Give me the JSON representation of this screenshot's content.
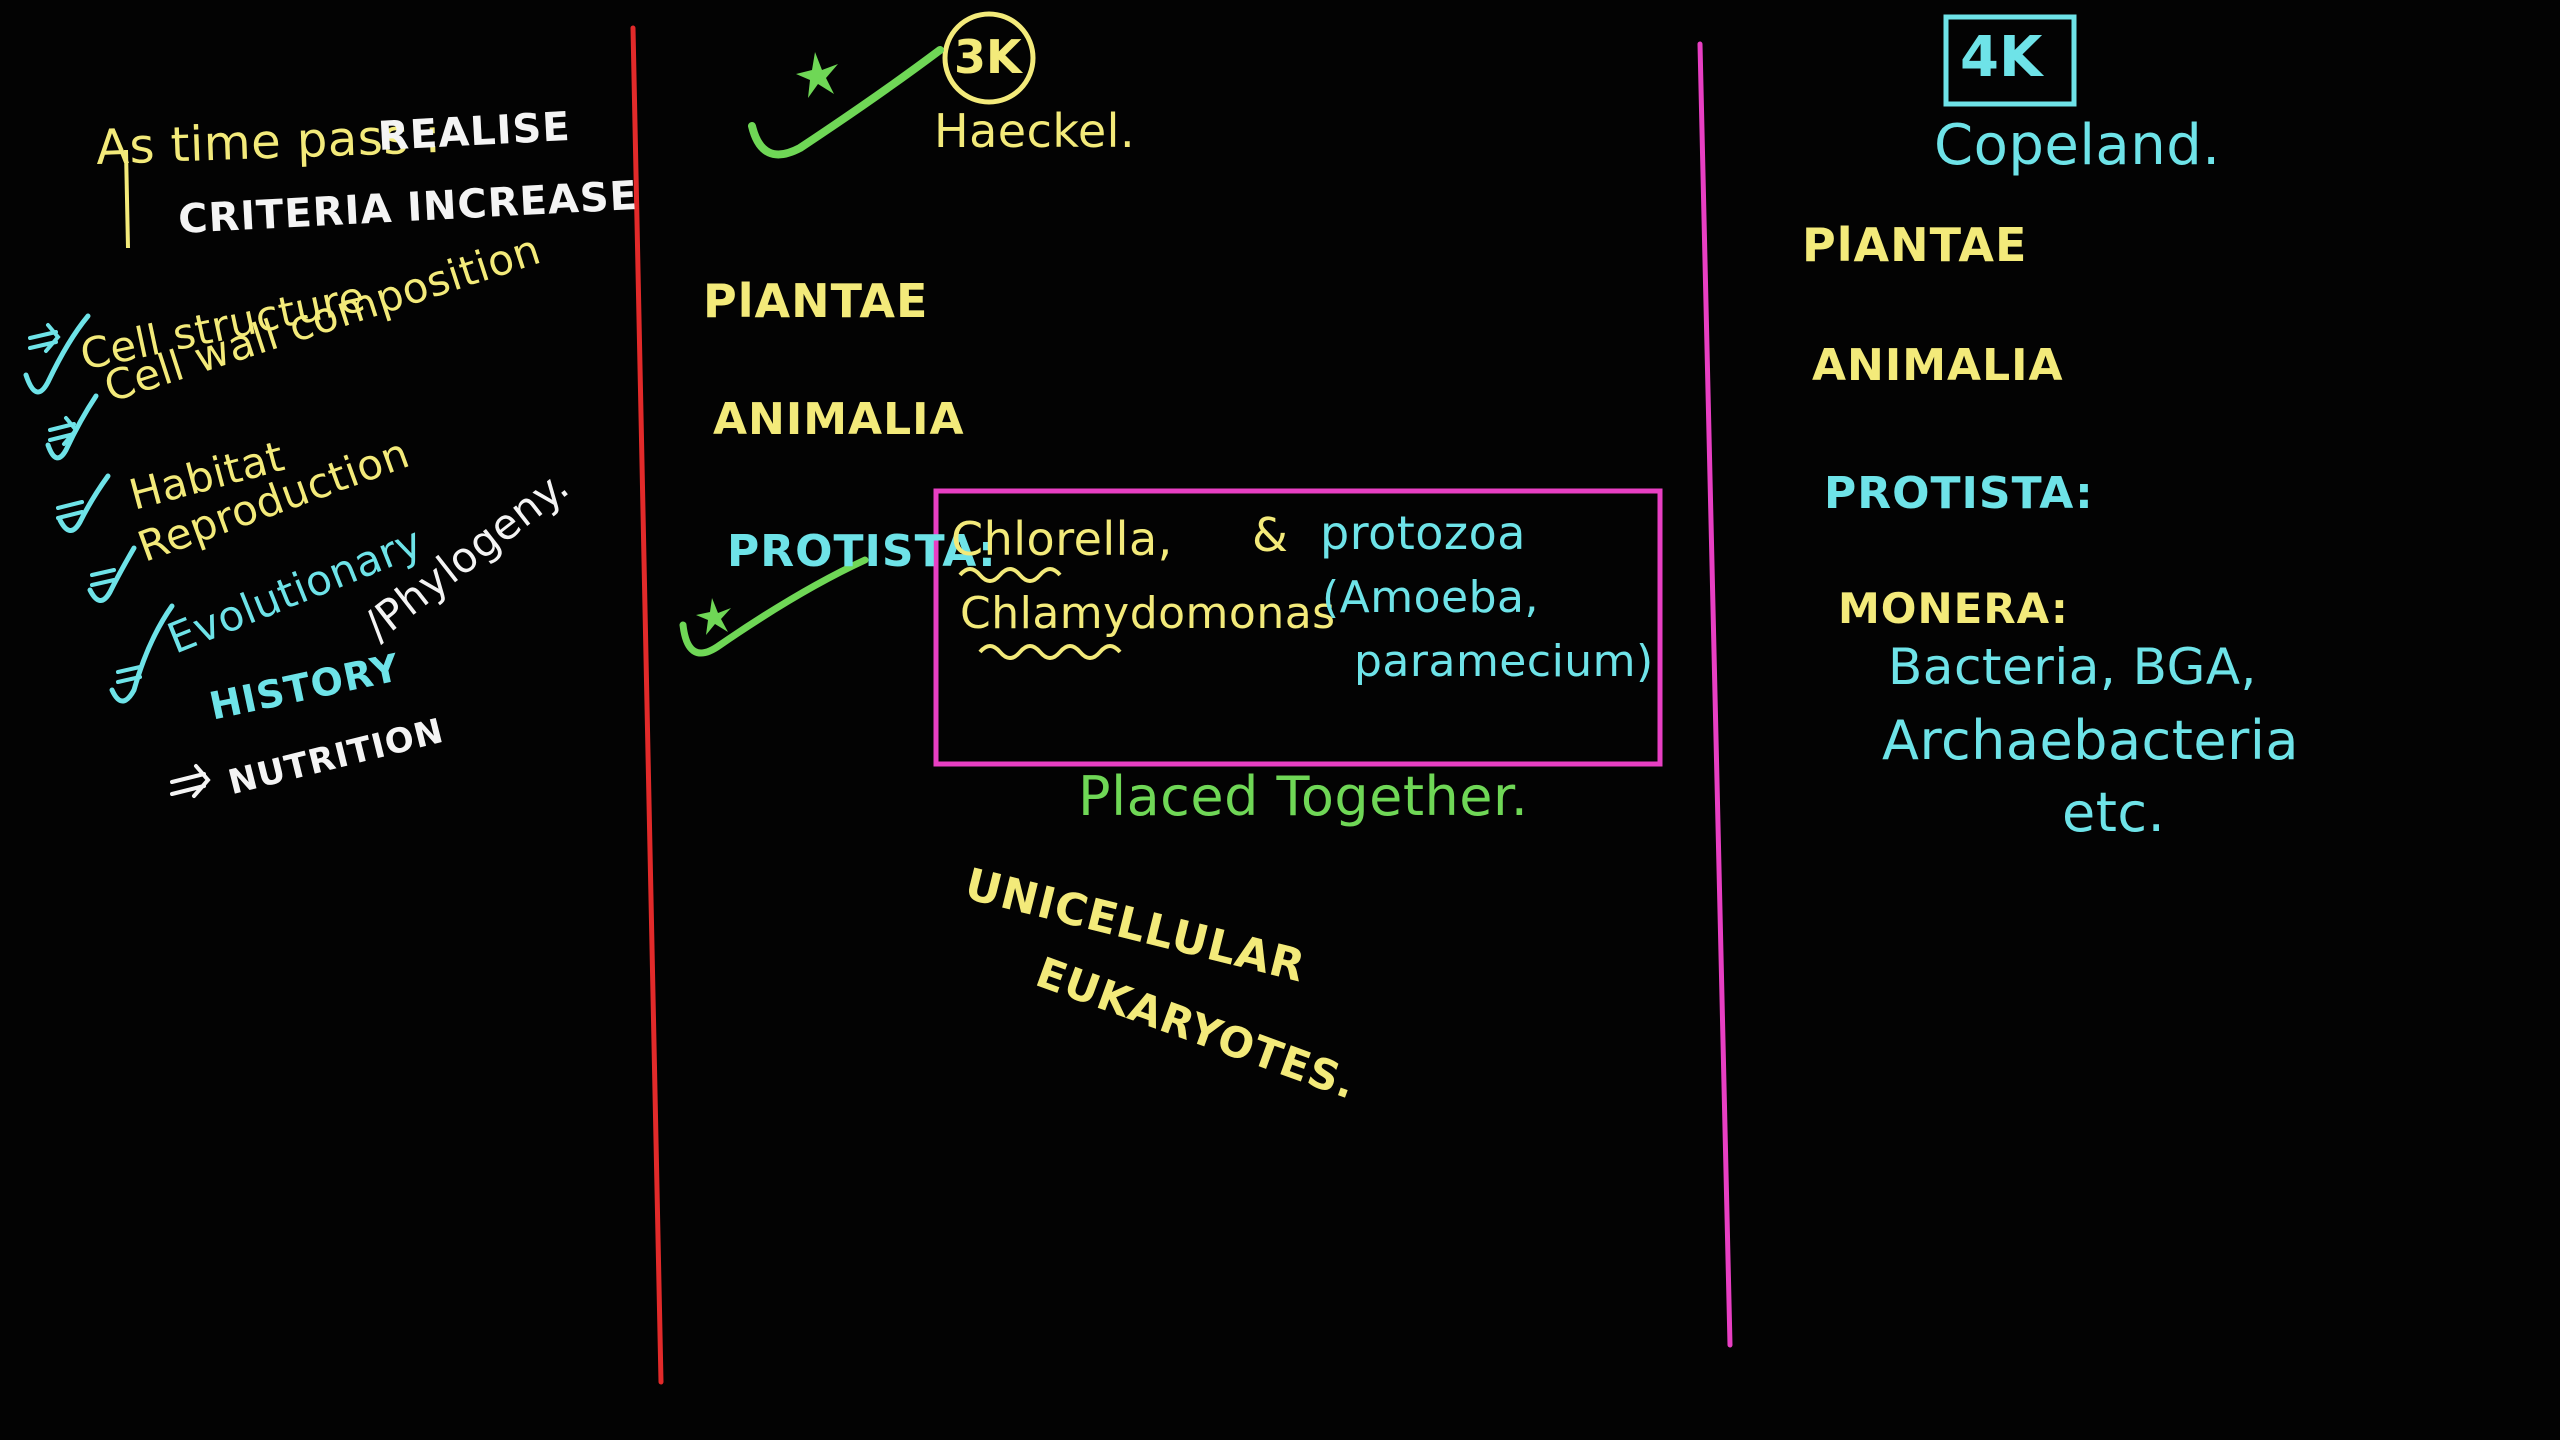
{
  "left": {
    "heading_line1_a": "As time pass :",
    "heading_line1_b": "REALISE",
    "heading_line2": "CRITERIA INCREASE",
    "criteria": [
      "Cell structure",
      "Cell wall composition",
      "Habitat",
      "Reproduction",
      "Evolutionary"
    ],
    "history": "HISTORY",
    "phylogeny": "/Phylogeny.",
    "nutrition": "NUTRITION"
  },
  "middle": {
    "badge": "3K",
    "scientist": "Haeckel.",
    "kingdoms": [
      "PlANTAE",
      "ANIMALIA",
      "PROTISTA:"
    ],
    "box": {
      "chlorella": "Chlorella,",
      "chlamydomonas": "Chlamydomonas",
      "and": "&",
      "protozoa": "protozoa",
      "amoeba": "(Amoeba,",
      "paramecium": "paramecium)"
    },
    "placed_together": "Placed Together.",
    "unicellular": "UNICELLULAR",
    "eukaryotes": "EUKARYOTES."
  },
  "right": {
    "badge": "4K",
    "scientist": "Copeland.",
    "kingdoms": [
      "PlANTAE",
      "ANIMALIA",
      "PROTISTA:",
      "MONERA:"
    ],
    "monera_line1": "Bacteria, BGA,",
    "monera_line2": "Archaebacteria",
    "monera_line3": "etc."
  },
  "colors": {
    "background": "#030303",
    "yellow": "#f3ea7a",
    "white": "#f4f4f4",
    "cyan": "#6ee3e8",
    "green": "#6fd756",
    "red_divider": "#e22a2a",
    "magenta": "#e83fc3"
  }
}
